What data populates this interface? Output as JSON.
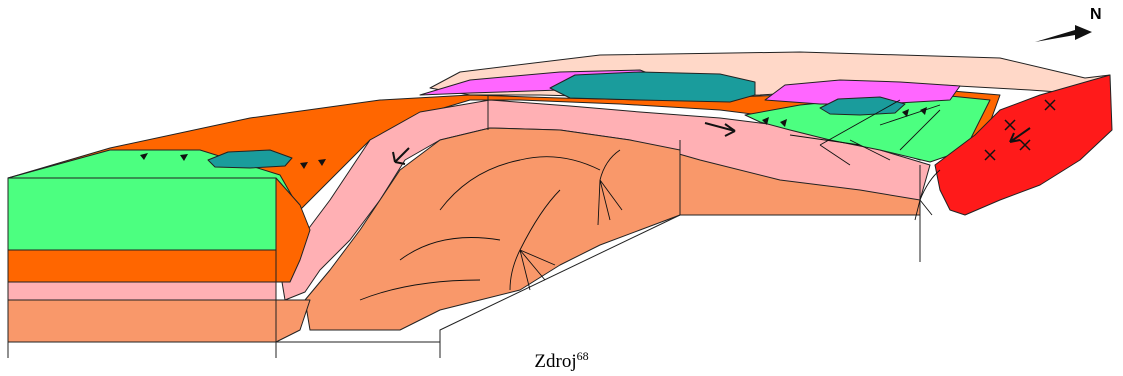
{
  "caption": {
    "text": "Zdroj",
    "superscript": "68"
  },
  "compass": {
    "label": "N",
    "icon": "north-arrow-icon"
  },
  "colors": {
    "green": "#4cff80",
    "orange": "#ff6600",
    "pink": "#ffb0b4",
    "salmon": "#f9986a",
    "teal": "#1a9c9c",
    "magenta": "#ff66ff",
    "red": "#ff1a1a",
    "cream": "#ffd8c8",
    "outline": "#222222"
  }
}
